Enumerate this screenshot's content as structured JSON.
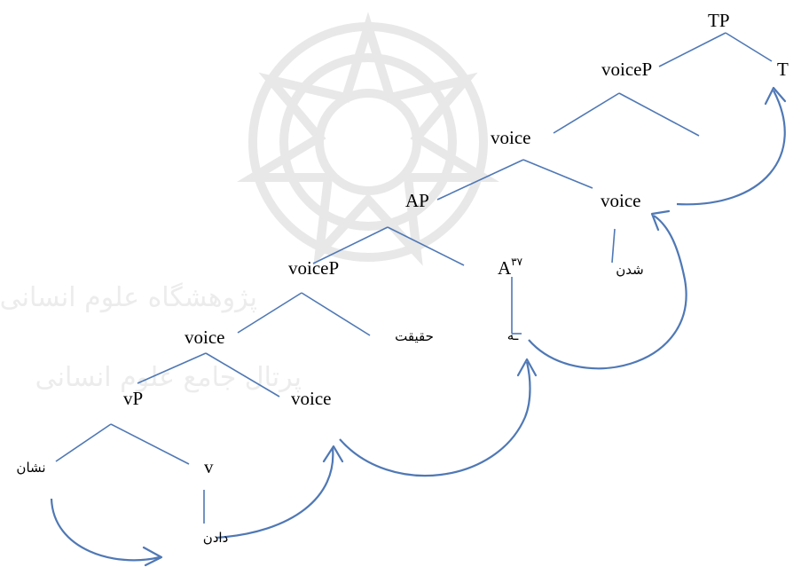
{
  "nodes": {
    "tp": "TP",
    "voicep_top": "voiceP",
    "t": "T",
    "voice_mid": "voice",
    "ap": "AP",
    "voice_right": "voice",
    "voicep_mid": "voiceP",
    "a": "A",
    "a_sup": "۳۷",
    "voice_left": "voice",
    "voice_low": "voice",
    "vp": "vP",
    "v": "v"
  },
  "words": {
    "shodan": "شدن",
    "heh": "ـه",
    "haghighat": "حقیقت",
    "neshan": "نشان",
    "dadan": "دادن"
  },
  "watermark": {
    "line1": "پژوهشگاه علوم انسانی و مطالعات فرهنگی",
    "line2": "پرتال جامع علوم انسانی"
  },
  "colors": {
    "branch": "#4f78b5",
    "watermark": "#e6e6e6"
  }
}
